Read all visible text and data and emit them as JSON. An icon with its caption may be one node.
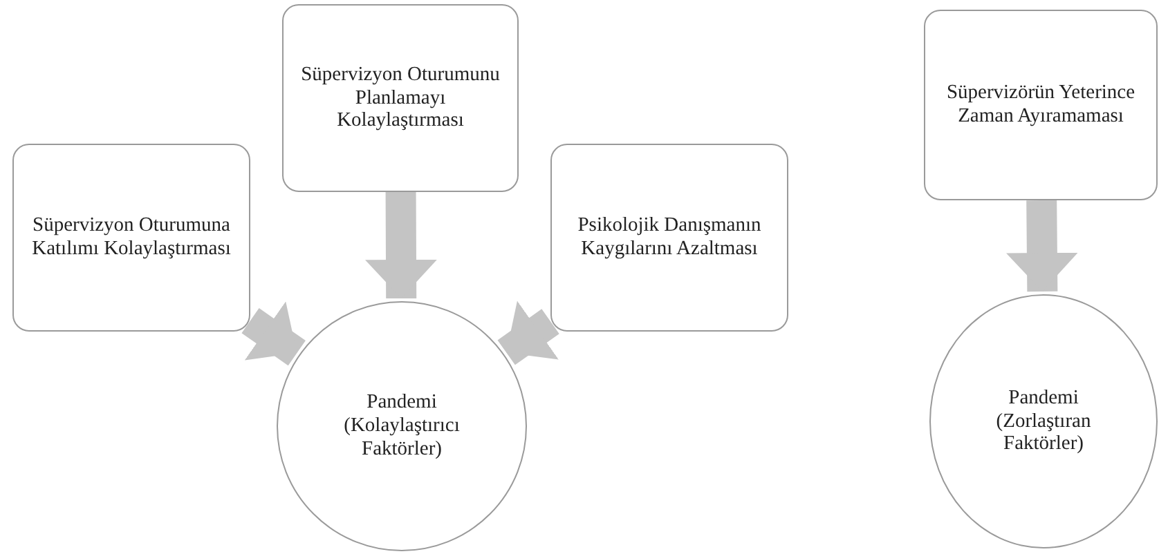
{
  "diagram": {
    "nodes": [
      {
        "text": [
          "Süpervizyon Oturumuna Katılımı Kolaylaştırması"
        ]
      },
      {
        "text": [
          "Süpervizyon Oturumunu Planlamayı Kolaylaştırması"
        ]
      },
      {
        "text": [
          "Psikolojik Danışmanın Kaygılarını Azaltması"
        ]
      },
      {
        "text": [
          "Pandemi (Kolaylaştırıcı Faktörler)"
        ]
      },
      {
        "text": [
          "Süpervizörün Yeterince Zaman Ayıramaması"
        ]
      },
      {
        "text": [
          "Pandemi (Zorlaştıran Faktörler)"
        ]
      }
    ],
    "edges": [
      {
        "from": 0,
        "to": 3,
        "arrow": "to"
      },
      {
        "from": 1,
        "to": 3,
        "arrow": "to"
      },
      {
        "from": 2,
        "to": 3,
        "arrow": "to"
      },
      {
        "from": 4,
        "to": 5,
        "arrow": "to"
      }
    ]
  }
}
